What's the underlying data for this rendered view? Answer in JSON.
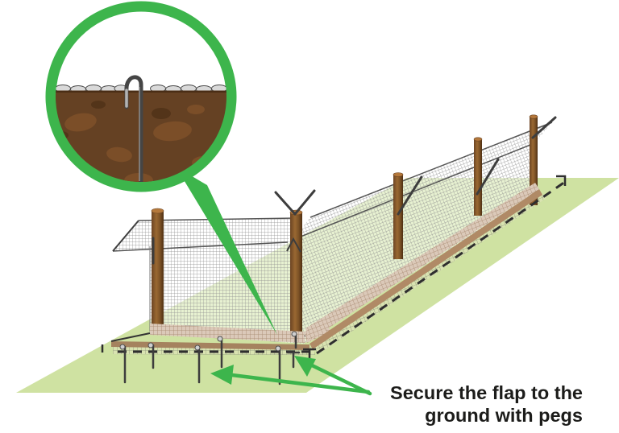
{
  "caption": {
    "line1": "Secure the flap to the",
    "line2": "ground with pegs"
  },
  "counts": {
    "fence_posts": 5,
    "ground_pegs": 7
  },
  "colors": {
    "accent_green": "#3db54c",
    "grass": "#cfe2a2",
    "soil": "#654123",
    "soil_blob_dark": "#533419",
    "soil_blob_light": "#7b4e28",
    "post_brown": "#956231",
    "apron_tan": "#dbc9b9",
    "soil_strip": "#a5825f",
    "soil_strip_side": "#b08a66",
    "outline_dark": "#333333",
    "mesh_gray": "#8f8f8f",
    "caption_text": "#1c1c1a"
  }
}
